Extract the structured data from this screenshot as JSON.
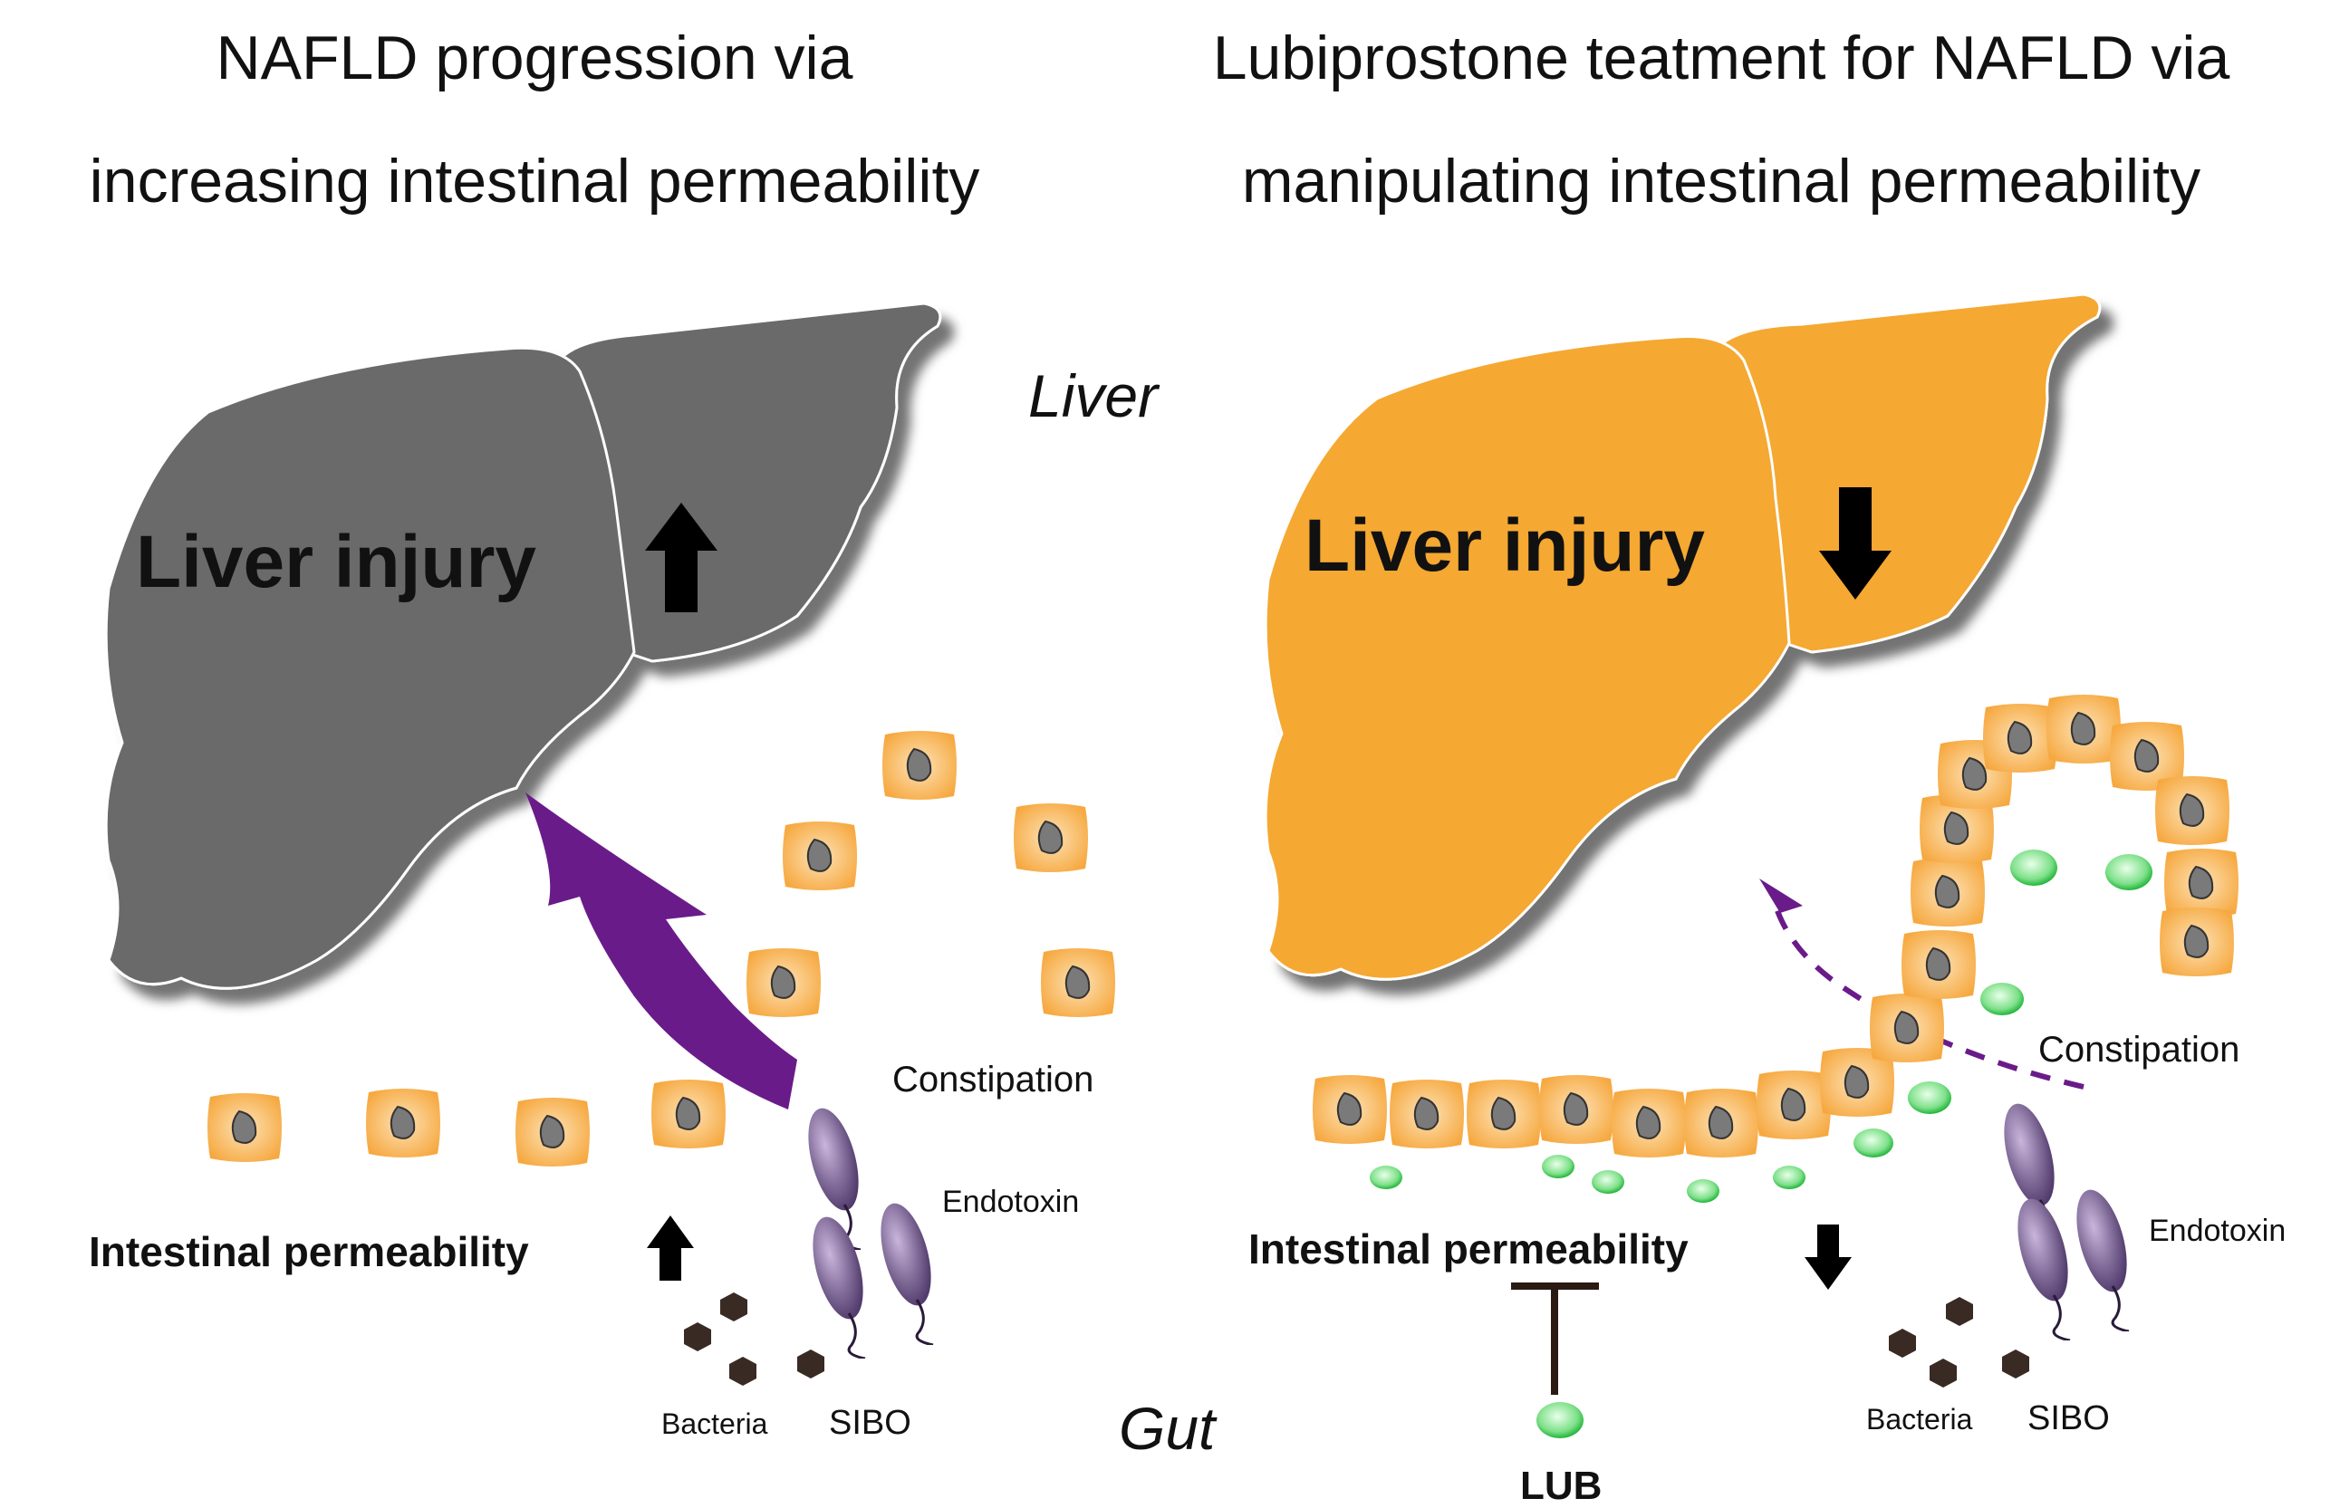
{
  "left_panel": {
    "title_line1": "NAFLD progression via",
    "title_line2": "increasing intestinal permeability",
    "liver_label": "Liver injury",
    "liver_trend": "up",
    "liver_color": "#6b6b6b",
    "permeability_label": "Intestinal permeability",
    "permeability_trend": "up",
    "arrow_color": "#6a1b8a",
    "constipation_label": "Constipation",
    "endotoxin_label": "Endotoxin",
    "bacteria_label": "Bacteria",
    "sibo_label": "SIBO"
  },
  "center": {
    "liver_label": "Liver",
    "gut_label": "Gut"
  },
  "right_panel": {
    "title_line1": "Lubiprostone teatment for NAFLD via",
    "title_line2": "manipulating intestinal permeability",
    "liver_label": "Liver injury",
    "liver_trend": "down",
    "liver_color": "#f5a832",
    "permeability_label": "Intestinal permeability",
    "permeability_trend": "down",
    "constipation_label": "Constipation",
    "endotoxin_label": "Endotoxin",
    "bacteria_label": "Bacteria",
    "sibo_label": "SIBO",
    "drug_label": "LUB",
    "drug_color": "#3ecf5a"
  },
  "colors": {
    "cell_fill": "#f9b65a",
    "cell_nucleus": "#7a7a7a",
    "bacteria_rod": "#5e4a7a",
    "sibo_dot": "#3a2a24"
  }
}
